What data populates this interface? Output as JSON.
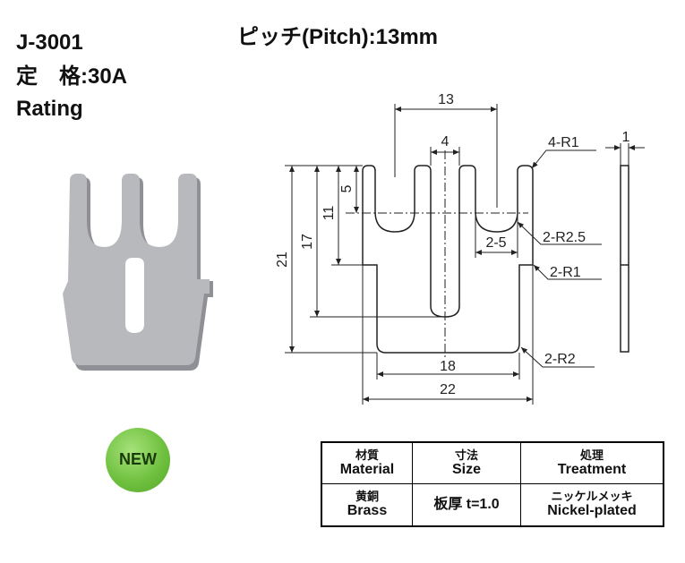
{
  "header": {
    "model": "J-3001",
    "pitch": "ピッチ(Pitch):13mm",
    "rating_jp": "定　格:30A",
    "rating_en": "Rating"
  },
  "badge": {
    "label": "NEW",
    "color": "#6cbe3c"
  },
  "drawing": {
    "dims": {
      "width_22": "22",
      "width_18": "18",
      "pitch_13": "13",
      "slot_4": "4",
      "height_21": "21",
      "height_17": "17",
      "height_11": "11",
      "height_5": "5",
      "gap_2_5": "2-5",
      "thickness_1": "1"
    },
    "callouts": {
      "r1_top": "4-R1",
      "r2_5": "2-R2.5",
      "r1_mid": "2-R1",
      "r2_bottom": "2-R2"
    }
  },
  "spec_table": {
    "headers": [
      {
        "jp": "材質",
        "en": "Material"
      },
      {
        "jp": "寸法",
        "en": "Size"
      },
      {
        "jp": "処理",
        "en": "Treatment"
      }
    ],
    "row": [
      {
        "jp": "黄銅",
        "en": "Brass"
      },
      {
        "jp": "",
        "en": "板厚 t=1.0"
      },
      {
        "jp": "ニッケルメッキ",
        "en": "Nickel-plated"
      }
    ]
  },
  "colors": {
    "part_fill": "#b8b9bd",
    "part_edge": "#8f9095"
  }
}
